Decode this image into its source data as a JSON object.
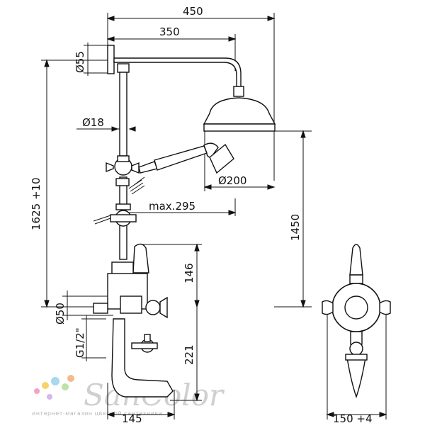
{
  "dimensions": {
    "width_total": "450",
    "width_arm": "350",
    "dia_flange": "Ø55",
    "dia_rod": "Ø18",
    "height_total": "1625 +10",
    "dia_head": "Ø200",
    "max_hand": "max.295",
    "height_head": "1450",
    "height_mixer": "146",
    "dia_body": "Ø50",
    "thread": "G1/2\"",
    "height_spout": "221",
    "depth_spout": "145",
    "center_distance": "150 +4"
  },
  "watermark": {
    "brand": "SanColor",
    "tagline": "интернет-магазин цветной сантехники",
    "dot_colors": [
      "#f4a3c0",
      "#f7d36b",
      "#a8d8f0",
      "#b9e3a8",
      "#d6b4f0",
      "#f5b98a"
    ]
  }
}
